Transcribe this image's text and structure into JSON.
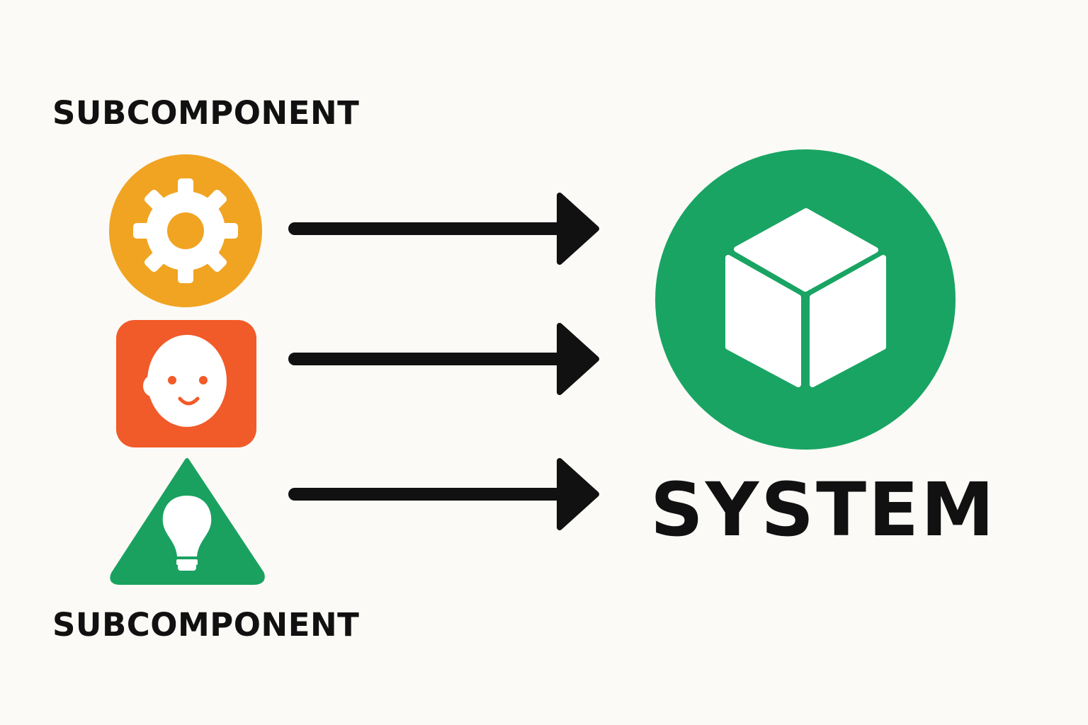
{
  "labels": {
    "top": "SUBCOMPONENT",
    "bottom": "SUBCOMPONENT",
    "system": "SYSTEM"
  },
  "subcomponents": [
    {
      "icon": "gear-icon",
      "shape": "circle",
      "color": "#f0a422"
    },
    {
      "icon": "face-icon",
      "shape": "rounded-square",
      "color": "#f15a29"
    },
    {
      "icon": "lightbulb-icon",
      "shape": "triangle",
      "color": "#1aa160"
    }
  ],
  "system": {
    "icon": "cube-icon",
    "shape": "circle",
    "color": "#19a463"
  },
  "colors": {
    "background": "#fbfaf6",
    "text": "#111111",
    "arrow": "#111111",
    "icon_fill": "#ffffff"
  }
}
